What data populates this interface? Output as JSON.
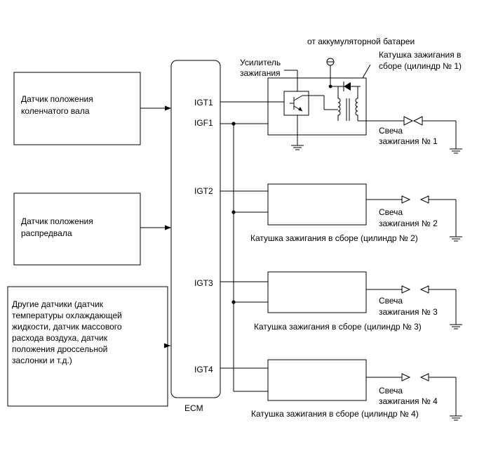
{
  "sensors": {
    "crank": [
      "Датчик положения",
      "коленчатого вала"
    ],
    "cam": [
      "Датчик положения",
      "распредвала"
    ],
    "other": [
      "Другие датчики (датчик",
      "температуры охлаждающей",
      "жидкости, датчик массового",
      "расхода воздуха, датчик",
      "положения дроссельной",
      "заслонки и т.д.)"
    ]
  },
  "ecm": {
    "label": "ECM",
    "igt1": "IGT1",
    "igf1": "IGF1",
    "igt2": "IGT2",
    "igt3": "IGT3",
    "igt4": "IGT4"
  },
  "coil1": {
    "battery_label": "от аккумуляторной батареи",
    "amp_label": [
      "Усилитель",
      "зажигания"
    ],
    "coil_label": [
      "Катушка зажигания в",
      "сборе (цилиндр № 1)"
    ],
    "plug_label": [
      "Свеча",
      "зажигания № 1"
    ]
  },
  "coil2": {
    "plug_label": [
      "Свеча",
      "зажигания № 2"
    ],
    "coil_label": "Катушка зажигания в сборе (цилиндр № 2)"
  },
  "coil3": {
    "plug_label": [
      "Свеча",
      "зажигания № 3"
    ],
    "coil_label": "Катушка зажигания в сборе (цилиндр № 3)"
  },
  "coil4": {
    "plug_label": [
      "Свеча",
      "зажигания № 4"
    ],
    "coil_label": "Катушка зажигания в сборе (цилиндр № 4)"
  },
  "icons": [
    "ground-icon",
    "battery-terminal-icon",
    "transistor-icon",
    "diode-icon",
    "spark-plug-icon",
    "coil-winding-icon"
  ]
}
